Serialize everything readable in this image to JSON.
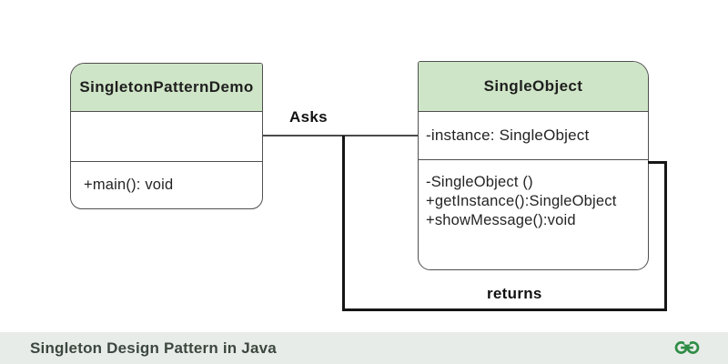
{
  "diagram": {
    "left_class": {
      "name": "SingletonPatternDemo",
      "attributes": [],
      "methods": [
        "+main(): void"
      ]
    },
    "right_class": {
      "name": "SingleObject",
      "attributes": [
        "-instance: SingleObject"
      ],
      "methods": [
        "-SingleObject ()",
        "+getInstance():SingleObject",
        "+showMessage():void"
      ]
    },
    "labels": {
      "asks": "Asks",
      "returns": "returns"
    }
  },
  "footer": {
    "caption": "Singleton Design Pattern in Java",
    "logo_icon": "geeksforgeeks-logo"
  },
  "colors": {
    "class_header_green": "#cfe5c7",
    "box_border": "#4f4f4f",
    "connector_thin": "#4a4a4a",
    "connector_thick": "#161616",
    "diagram_text": "#242424",
    "footer_background": "#e8ece8",
    "footer_text": "#3b473f",
    "logo_green": "#2f8d46"
  }
}
